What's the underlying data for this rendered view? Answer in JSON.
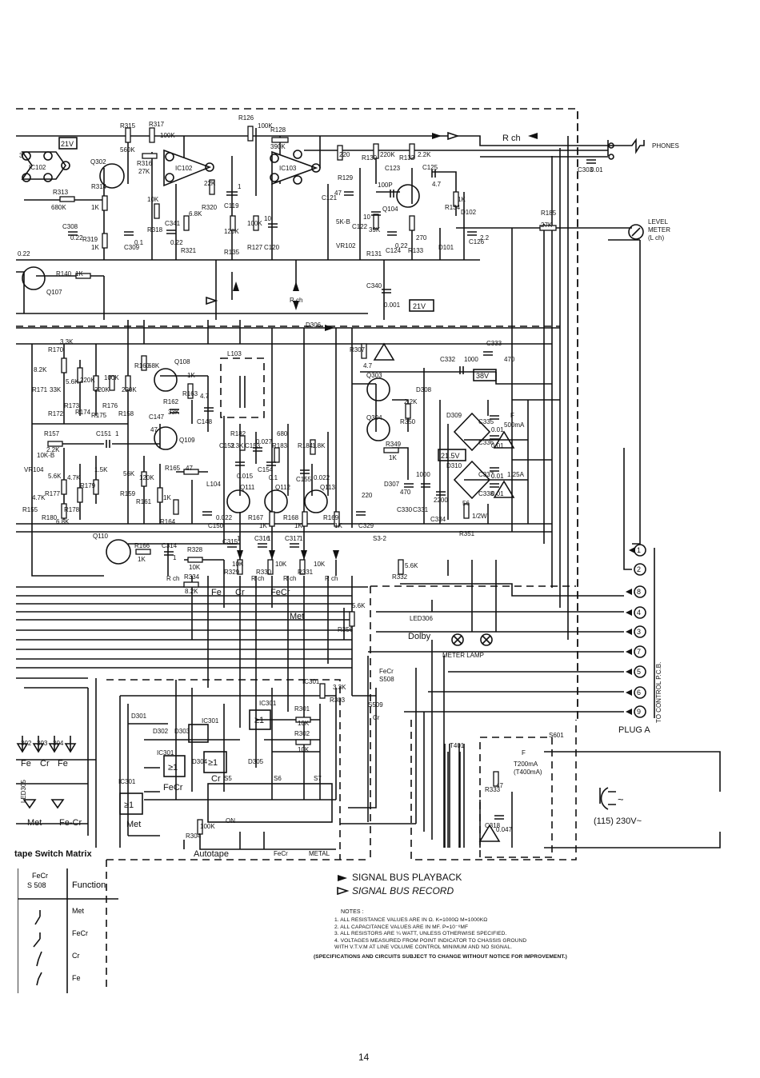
{
  "labels": {
    "rch_top": "R ch",
    "phones": "PHONES",
    "level_meter": "LEVEL\nMETER\n(L ch)",
    "level_meter_l1": "LEVEL",
    "level_meter_l2": "METER",
    "level_meter_l3": "(L ch)",
    "supply_21v_a": "21V",
    "supply_21v_b": "21V",
    "supply_38v": "38V",
    "supply_215v": "21.5V",
    "rch_mid": "R ch",
    "rch_a": "R ch",
    "rch_b": "R ch",
    "rch_c": "R ch",
    "rch_d": "R ch",
    "rch_e": "R ch",
    "fe": "Fe",
    "cr": "Cr",
    "fecr": "FeCr",
    "met": "Met",
    "dolby": "Dolby",
    "meter_lamp": "METER LAMP",
    "plug_a": "PLUG A",
    "to_control_pcb": "TO  CONTROL  P.C.B.",
    "autotape": "Autotape",
    "fecr_bottom": "FeCr",
    "metal_bottom": "METAL",
    "mains": "(115) 230V~",
    "ac_sym": "~",
    "ic301_a": "IC301",
    "ic301_b": "IC301",
    "ic301_c": "IC301",
    "ic301_d": "IC301",
    "ic301_e": "IC301",
    "gate_cr": "Cr",
    "gate_fecr": "FeCr",
    "gate_met": "Met",
    "gate_sym": "≥1",
    "s5": "S5",
    "s6": "S6",
    "s7": "S7",
    "on": "ON",
    "led_fe": "Fe",
    "led_cr": "Cr",
    "led_fe2": "Fe",
    "led_met": "Met",
    "led_fecr": "Fe-Cr",
    "led_ref": "LED305",
    "s508": "S508",
    "s509": "S509",
    "s509_cr": "Cr",
    "s508_fecr": "FeCr",
    "s3_2": "S3-2",
    "s601": "S601",
    "t401": "T401"
  },
  "components": {
    "ic102_a": "IC102",
    "ic102_b": "IC102",
    "ic103": "IC103",
    "q302": "Q302",
    "q107": "Q107",
    "q104": "Q104",
    "q108": "Q108",
    "q109": "Q109",
    "q110": "Q110",
    "q111": "Q111",
    "q112": "Q112",
    "q113": "Q113",
    "q303": "Q303",
    "q304": "Q304",
    "l103": "L103",
    "l104": "L104",
    "r313": "R313",
    "r313v": "680K",
    "r314": "R314",
    "r314v": "1K",
    "r315": "R315",
    "r315v": "560K",
    "r316": "R316",
    "r316v": "27K",
    "r317": "R317",
    "r317v": "100K",
    "r318": "R318",
    "r318v": "10K",
    "r319": "R319",
    "r319v": "1K",
    "r320": "R320",
    "r320v": "22K",
    "r321": "R321",
    "r321v": "6.8K",
    "r126": "R126",
    "r126v": "100K",
    "r127": "R127",
    "r127v": "100K",
    "r128": "R128",
    "r128v": "390K",
    "r129": "R129",
    "r129v": "220",
    "r130": "R130",
    "r130v": "220K",
    "r131": "R131",
    "r131v": "39K",
    "r132": "R132",
    "r132v": "2.2K",
    "r133": "R133",
    "r133v": "270",
    "r134": "R134",
    "r134v": "1K",
    "r135": "R135",
    "r135v": "120K",
    "r140": "R140",
    "r140v": "1K",
    "r185": "R185",
    "r185v": "27K",
    "vr102": "VR102",
    "vr102v": "5K-B",
    "c119": "C119",
    "c119v": "1",
    "c120": "C120",
    "c120v": "10",
    "c121": "C121",
    "c121v": "47",
    "c122": "C122",
    "c122v": "10",
    "c123": "C123",
    "c123v": "100P",
    "c124": "C124",
    "c124v": "0.22",
    "c125": "C125",
    "c125v": "4.7",
    "c126": "C126",
    "c126v": "2.2",
    "c303": "C303",
    "c303v": "0.01",
    "c308": "C308",
    "c308v": "0.22",
    "c309": "C309",
    "c309v": "0.1",
    "c341": "C341",
    "c341v": "0.22",
    "c340": "C340",
    "c340v": "0.001",
    "c0_22": "0.22",
    "d101": "D101",
    "d102": "D102",
    "d306": "D306",
    "r307": "R307",
    "r307v": "4.7",
    "c332": "C332",
    "c332v": "1000",
    "c333": "C333",
    "c333v": "470",
    "r170": "R170",
    "r170v": "3.3K",
    "r171": "R171",
    "r171v": "8.2K",
    "r172": "R172",
    "r172v": "33K",
    "r173": "R173",
    "r173v": "5.6K",
    "r174": "R174",
    "r174v": "220K",
    "r175": "R175",
    "r175v": "220K",
    "r176": "R176",
    "r176v": "100K",
    "r158": "R158",
    "r158v": "220K",
    "r160": "R160",
    "r160v": "68K",
    "r162": "R162",
    "r162v": "33K",
    "r163": "R163",
    "r163v": "1K",
    "c147": "C147",
    "c147v": "47",
    "c148": "C148",
    "c148v": "4.7",
    "r157": "R157",
    "r157v": "2.2K",
    "c151": "C151",
    "c151v": "1",
    "vr104": "VR104",
    "vr104v": "10K-B",
    "r155": "R155",
    "r155v": "4.7K",
    "r177": "R177",
    "r177v": "5.6K",
    "r178": "R178",
    "r178v": "4.7K",
    "r179": "R179",
    "r179v": "1.5K",
    "r180": "R180",
    "r180v": "6.8K",
    "r159": "R159",
    "r159v": "56K",
    "r161": "R161",
    "r161v": "120K",
    "r164": "R164",
    "r164v": "1K",
    "r165": "R165",
    "r165v": "47",
    "c150": "C150",
    "c150v": "0.022",
    "c152": "C152",
    "c152v": "0.015",
    "r182": "R182",
    "r182v": "3.3K",
    "c153": "C153",
    "c153v": "0.027",
    "c154": "C154",
    "c154v": "0.1",
    "r183": "R183",
    "r183v": "680",
    "r184": "R184",
    "r184v": "1.8K",
    "c155": "C155",
    "c155v": "0.022",
    "r167": "R167",
    "r167v": "1K",
    "r168": "R168",
    "r168v": "1K",
    "r169": "R169",
    "r169v": "1K",
    "r166": "R166",
    "r166v": "1K",
    "c314": "C314",
    "c314v": "1",
    "r328": "R328",
    "r328v": "10K",
    "c315": "C315",
    "c315v": "1",
    "c316": "C316",
    "c316v": "1",
    "c317": "C317",
    "c317v": "1",
    "r329": "R329",
    "r329v": "10K",
    "r330": "R330",
    "r330v": "10K",
    "r331": "R331",
    "r331v": "10K",
    "r334": "R334",
    "r334v": "8.2K",
    "d308": "D308",
    "r350": "R350",
    "r350v": "2.2K",
    "r349": "R349",
    "r349v": "1K",
    "d307": "D307",
    "c329": "C329",
    "c329v": "220",
    "c330": "C330",
    "c330v": "470",
    "c331": "C331",
    "c331v": "1000",
    "c334": "C334",
    "c334v": "2200",
    "d309": "D309",
    "d310": "D310",
    "c335": "C335",
    "c335v": "0.01",
    "c336": "C336",
    "c336v": "0.01",
    "c337": "C337",
    "c337v": "0.01",
    "c338": "C338",
    "c338v": "0.01",
    "fuse_a": "F",
    "fuse_a_v": "500mA",
    "fuse_b": "1.25A",
    "r351": "R351",
    "r351v": "56",
    "r351w": "1/2W",
    "r332": "R332",
    "r332v": "5.6K",
    "led306": "LED306",
    "r356": "R356",
    "r356v": "5.6K",
    "r303": "R303",
    "r303v": "3.3K",
    "r301": "R301",
    "r301v": "10K",
    "r302": "R302",
    "r302v": "10K",
    "r304": "R304",
    "r304v": "100K",
    "d301": "D301",
    "d302": "D302",
    "d303": "D303",
    "d304": "D304",
    "d305": "D305",
    "led302": "302",
    "led303": "303",
    "led304": "304",
    "t200": "T200mA",
    "t400": "(T400mA)",
    "r333": "R333",
    "r333v": "47",
    "c318": "C318",
    "c318v": "0.047",
    "fuse_c": "F"
  },
  "connectors": [
    "1",
    "2",
    "8",
    "4",
    "3",
    "7",
    "5",
    "6",
    "9"
  ],
  "matrix": {
    "title": "tape Switch Matrix",
    "header_col1_l1": "FeCr",
    "header_col1_l2": "S 508",
    "header_col2": "Function",
    "rows": [
      "Met",
      "FeCr",
      "Cr",
      "Fe"
    ]
  },
  "legend": {
    "playback": "SIGNAL BUS PLAYBACK",
    "record": "SIGNAL BUS RECORD"
  },
  "notes": {
    "title": "NOTES :",
    "lines": [
      "1. ALL RESISTANCE VALUES ARE IN Ω.  K=1000Ω M=1000KΩ",
      "2. ALL CAPACITANCE VALUES ARE IN μF.  P=10⁻⁶μF",
      "3. ALL RESISTORS ARE ¼ WATT, UNLESS OTHERWISE SPECIFIED.",
      "4. VOLTAGES MEASURED FROM POINT INDICATOR TO CHASSIS GROUND",
      "   WITH V.T.V.M AT LINE VOLUME CONTROL MINIMUM AND NO SIGNAL."
    ],
    "spec": "(SPECIFICATIONS AND CIRCUITS SUBJECT TO CHANGE WITHOUT NOTICE FOR IMPROVEMENT.)"
  },
  "page_number": "14"
}
